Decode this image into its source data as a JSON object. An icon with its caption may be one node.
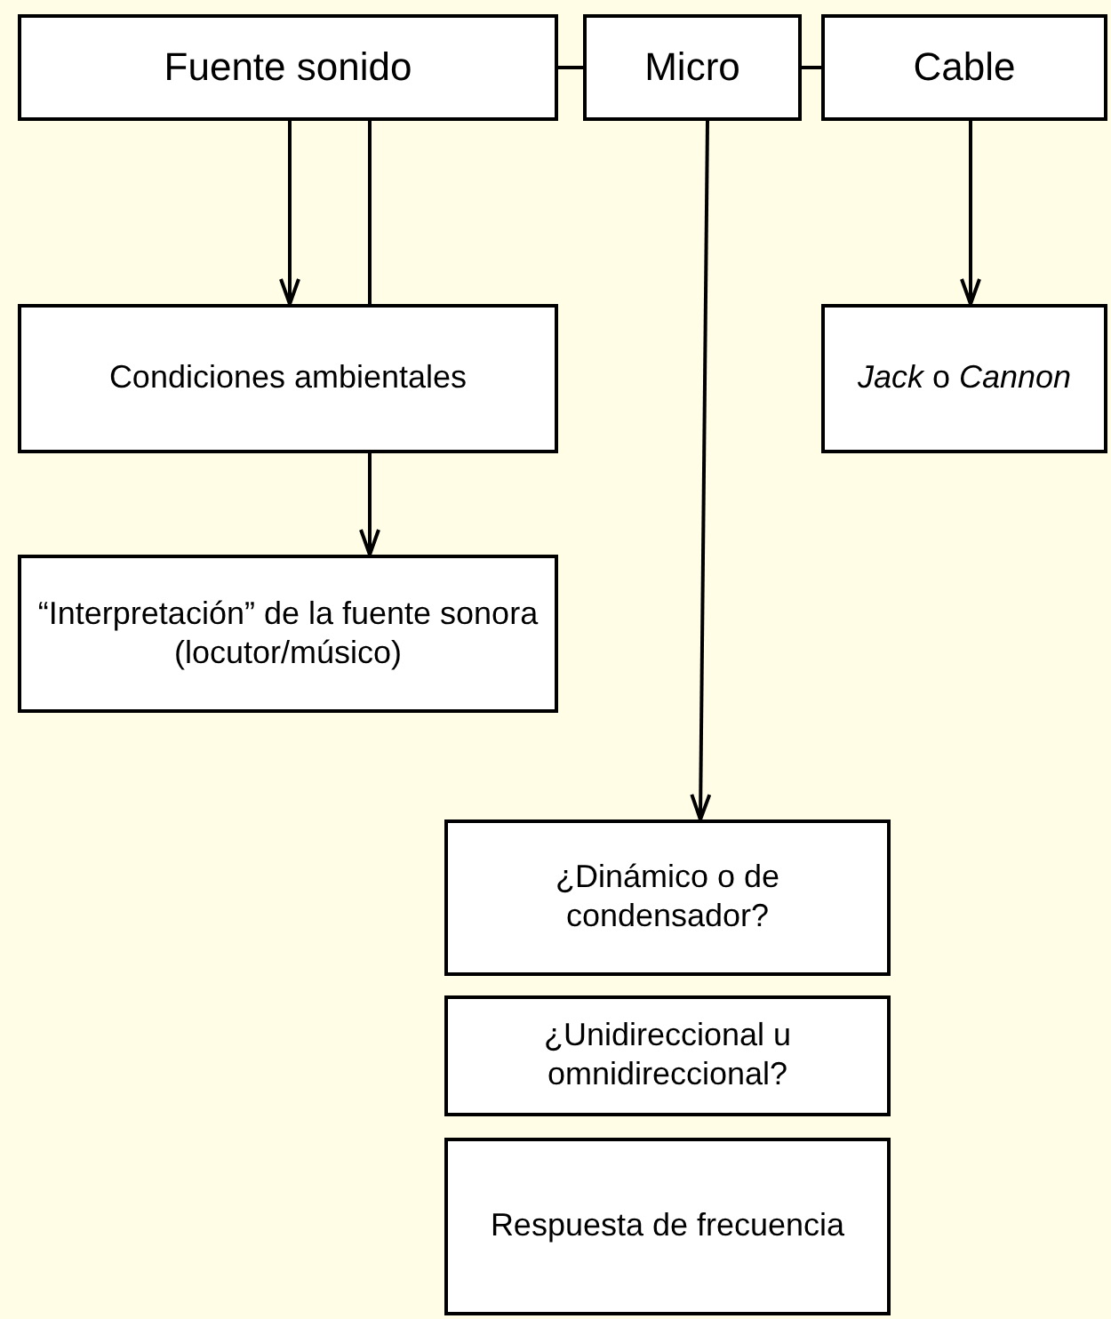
{
  "diagram": {
    "nodes": [
      {
        "text": [
          "Fuente sonido"
        ]
      },
      {
        "text": [
          "Micro"
        ]
      },
      {
        "text": [
          "Cable"
        ]
      },
      {
        "text": [
          "Condiciones ambientales"
        ]
      },
      {
        "text": [
          "*Jack* o *Cannon*"
        ]
      },
      {
        "text": [
          "“Interpretación” de la fuente sonora (locutor/músico)"
        ]
      },
      {
        "text": [
          "¿Dinámico o de condensador?"
        ]
      },
      {
        "text": [
          "¿Unidireccional u omnidireccional?"
        ]
      },
      {
        "text": [
          "Respuesta de frecuencia"
        ]
      }
    ],
    "edges": [
      {
        "from": 0,
        "to": 1,
        "arrow": "none"
      },
      {
        "from": 1,
        "to": 2,
        "arrow": "none"
      },
      {
        "from": 0,
        "to": 3,
        "arrow": "to"
      },
      {
        "from": 0,
        "to": 3,
        "arrow": "none"
      },
      {
        "from": 2,
        "to": 4,
        "arrow": "to"
      },
      {
        "from": 3,
        "to": 5,
        "arrow": "to"
      },
      {
        "from": 1,
        "to": 6,
        "arrow": "to"
      }
    ]
  }
}
